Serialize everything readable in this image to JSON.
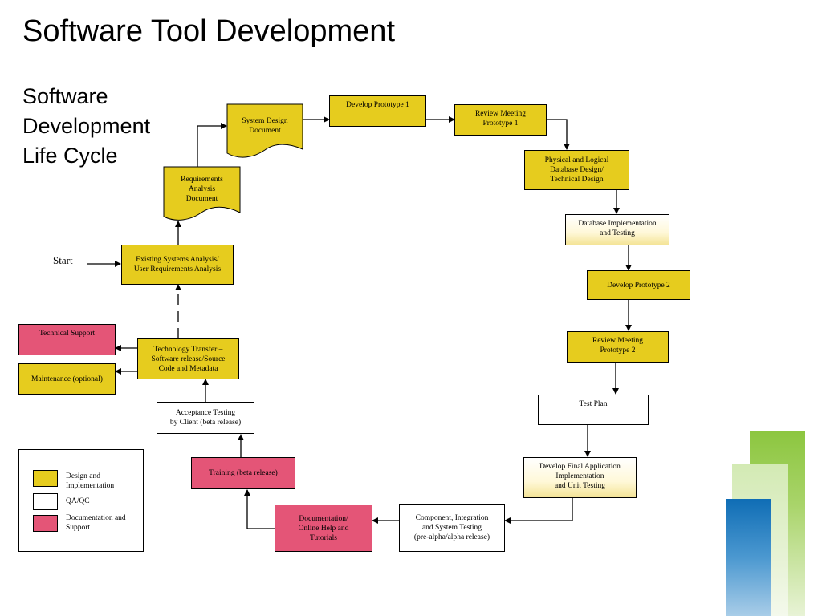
{
  "title": "Software Tool Development",
  "subtitle": [
    "Software",
    "Development",
    "Life Cycle"
  ],
  "start_label": "Start",
  "nodes": {
    "existing_systems": "Existing Systems Analysis/\nUser Requirements Analysis",
    "requirements_doc": "Requirements\nAnalysis\nDocument",
    "system_design_doc": "System Design\nDocument",
    "develop_prototype_1": "Develop Prototype 1",
    "review_meeting_1": "Review Meeting\nPrototype 1",
    "physical_logical_db": "Physical and Logical\nDatabase Design/\nTechnical Design",
    "db_implementation": "Database Implementation\nand Testing",
    "develop_prototype_2": "Develop Prototype 2",
    "review_meeting_2": "Review Meeting\nPrototype 2",
    "test_plan": "Test Plan",
    "develop_final": "Develop Final Application\nImplementation\nand Unit Testing",
    "component_testing": "Component, Integration\nand System Testing\n(pre-alpha/alpha release)",
    "documentation": "Documentation/\nOnline Help and\nTutorials",
    "training": "Training (beta release)",
    "acceptance_testing": "Acceptance Testing\nby Client (beta release)",
    "technology_transfer": "Technology Transfer –\nSoftware release/Source\nCode and Metadata",
    "technical_support": "Technical Support",
    "maintenance": "Maintenance (optional)"
  },
  "legend": {
    "design": "Design and\nImplementation",
    "qaqc": "QA/QC",
    "docs": "Documentation and\nSupport"
  },
  "colors": {
    "design": "#e6cc1e",
    "qaqc": "#ffffff",
    "docs": "#e45577",
    "deco_green": "#8cc63f",
    "deco_light_green": "#d6ecb8",
    "deco_blue": "#1f7bc0"
  }
}
